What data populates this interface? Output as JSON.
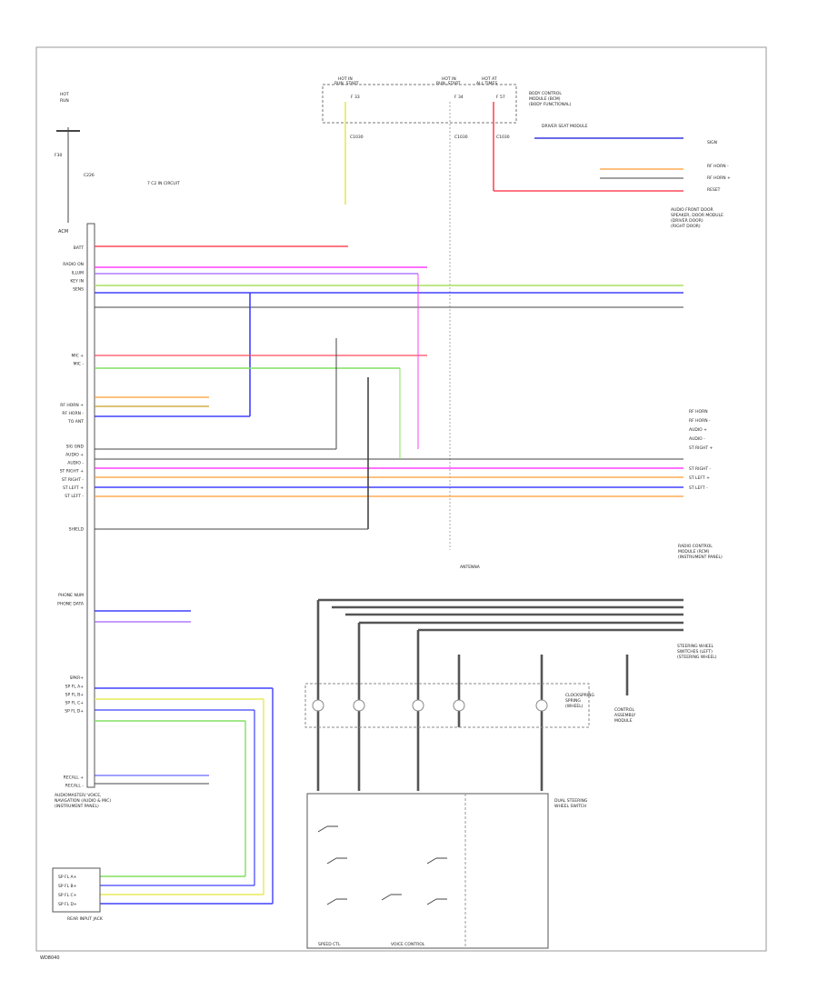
{
  "diagram": {
    "footer_code": "WD8040",
    "left_top": {
      "line1": "HOT",
      "line2": "RUN",
      "fuse": "F30",
      "conn": "C226"
    },
    "module_label": "ACM",
    "junction_label": "7 C2 IN CIRCUIT",
    "power_boxes": [
      {
        "name": "HOT IN",
        "sub": "RUN, START",
        "fuse": "F 33",
        "conn": "C1030"
      },
      {
        "name": "HOT IN",
        "sub": "RUN, START",
        "fuse": "F 34",
        "conn": "C1030"
      },
      {
        "name": "HOT AT",
        "sub": "ALL TIMES",
        "fuse": "F 57",
        "conn": "C1030"
      }
    ],
    "power_desc": [
      "BODY CONTROL",
      "MODULE (BCM)",
      "(BODY FUNCTIONAL)"
    ],
    "gem_label": "DRIVER SEAT MODULE",
    "top_right_pins": [
      "SIGN",
      "",
      "RF HORN -",
      "RF HORN +",
      "RESET"
    ],
    "top_right_caption": [
      "AUDIO FRONT DOOR",
      "SPEAKER, DOOR MODULE",
      "(DRIVER DOOR)",
      "(RIGHT DOOR)"
    ],
    "left_pins": [
      "BATT",
      "",
      "RADIO ON",
      "ILLUM",
      "KEY IN",
      "SENS",
      "",
      "",
      "",
      "",
      "",
      "",
      "",
      "MIC +",
      "MIC -",
      "",
      "",
      "",
      "",
      "RF HORN +",
      "RF HORN -",
      "TO ANT",
      "",
      "",
      "SIG GND",
      "AUDIO +",
      "AUDIO -",
      "ST RIGHT +",
      "ST RIGHT -",
      "ST LEFT +",
      "ST LEFT -",
      "",
      "",
      "",
      "SHIELD",
      "",
      "",
      "",
      "",
      "",
      "",
      "",
      "PHONE NUM",
      "PHONE DATA",
      "",
      "",
      "",
      "",
      "",
      "",
      "",
      "",
      "SPKR+",
      "SP FL A+",
      "SP FL B+",
      "SP FL C+",
      "SP FL D+",
      "",
      "",
      "",
      "",
      "",
      "",
      "",
      "RECALL +",
      "RECALL -"
    ],
    "antenna_label": "ANTENNA",
    "speaker_right_pins": [
      "RF HORN",
      "RF HORN -",
      "AUDIO +",
      "AUDIO -",
      "ST RIGHT +",
      "ST RIGHT -",
      "ST LEFT +",
      "ST LEFT -"
    ],
    "speaker_caption": [
      "RADIO CONTROL",
      "MODULE (RCM)",
      "(INSTRUMENT PANEL)"
    ],
    "switch_caption": [
      "STEERING WHEEL",
      "SWITCHES (LEFT)",
      "(STEERING WHEEL)"
    ],
    "clockspring_label": [
      "CLOCKSPRING",
      "SPRING",
      "(WHEEL)"
    ],
    "bottom_box": {
      "caption": [
        "DUAL STEERING",
        "WHEEL SWITCH"
      ],
      "left": "SPEED CTL",
      "mid": "VOICE CONTROL"
    },
    "bottom_left_box": {
      "label": "REAR INPUT JACK",
      "pins": [
        "SP FL A+",
        "SP FL B+",
        "SP FL C+",
        "SP FL D+"
      ]
    },
    "left_module_caption": [
      "AUDIOMASTER/ VOICE,",
      "NAVIGATION (AUDIO & MIC)",
      "(INSTRUMENT PANEL)"
    ],
    "gps_label": [
      "CONTROL",
      "ASSEMBLY",
      "MODULE"
    ]
  }
}
